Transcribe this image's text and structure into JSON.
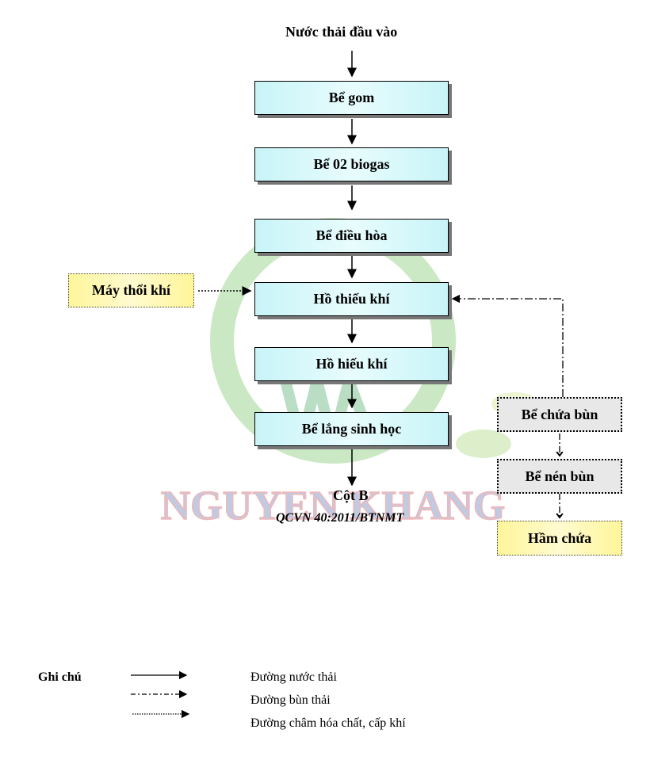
{
  "title": "Nước thải đầu vào",
  "process": [
    "Bể gom",
    "Bể 02 biogas",
    "Bể điều hòa",
    "Hồ thiếu khí",
    "Hồ hiếu khí",
    "Bể lắng sinh học"
  ],
  "blower": "Máy thổi khí",
  "sludge": [
    "Bể chứa bùn",
    "Bể nén bùn",
    "Hầm chứa"
  ],
  "output": {
    "label": "Cột B",
    "standard": "QCVN 40:2011/BTNMT"
  },
  "watermark": "NGUYEN KHANG",
  "legend": {
    "title": "Ghi chú",
    "items": [
      "Đường nước thải",
      "Đường bùn thải",
      "Đường châm hóa chất, cấp khí"
    ]
  }
}
